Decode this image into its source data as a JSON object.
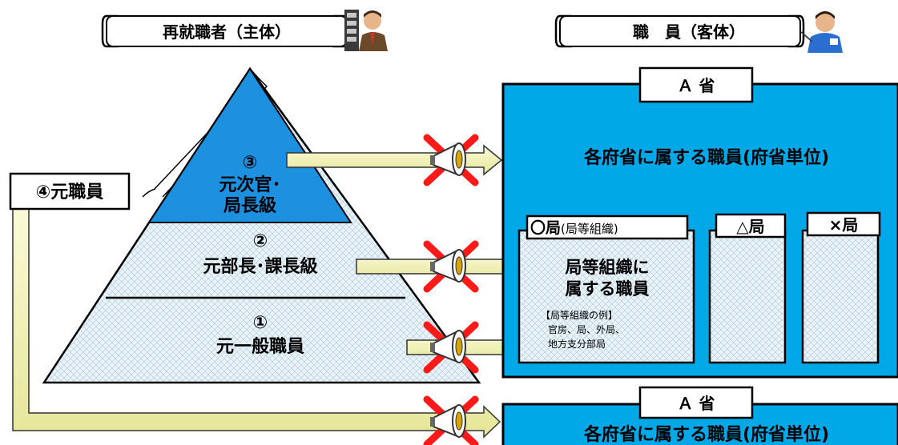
{
  "header": {
    "subject_label": "再就職者（主体）",
    "object_label": "職　員（客体）"
  },
  "pyramid": {
    "tier3_number": "③",
    "tier3_line1": "元次官･",
    "tier3_line2": "局長級",
    "tier2_number": "②",
    "tier2_label": "元部長･課長級",
    "tier1_number": "①",
    "tier1_label": "元一般職員"
  },
  "former_staff": {
    "label": "④元職員"
  },
  "ministry_top": {
    "tab": "Ａ 省",
    "main_text": "各府省に属する職員(府省単位)",
    "bureau_o": {
      "tab": "〇局",
      "tab_paren": "(局等組織)",
      "text_line1": "局等組織に",
      "text_line2": "属する職員",
      "example_title": "【局等組織の例】",
      "example_line1": "官房、局、外局、",
      "example_line2": "地方支分部局"
    },
    "bureau_triangle": {
      "tab": "△局"
    },
    "bureau_x": {
      "tab": "×局"
    }
  },
  "ministry_bottom": {
    "tab": "Ａ 省",
    "main_text": "各府省に属する職員(府省単位)"
  },
  "colors": {
    "ministry_blue": "#00a8e8",
    "tier3_blue": "#1e90e0",
    "arrow_fill": "#f2f2b8",
    "cross_red": "#ff1a1a",
    "pattern_bg": "#e6f1f7"
  },
  "icons": [
    "businessman-icon",
    "worker-icon",
    "megaphone-icon",
    "red-cross-icon"
  ]
}
